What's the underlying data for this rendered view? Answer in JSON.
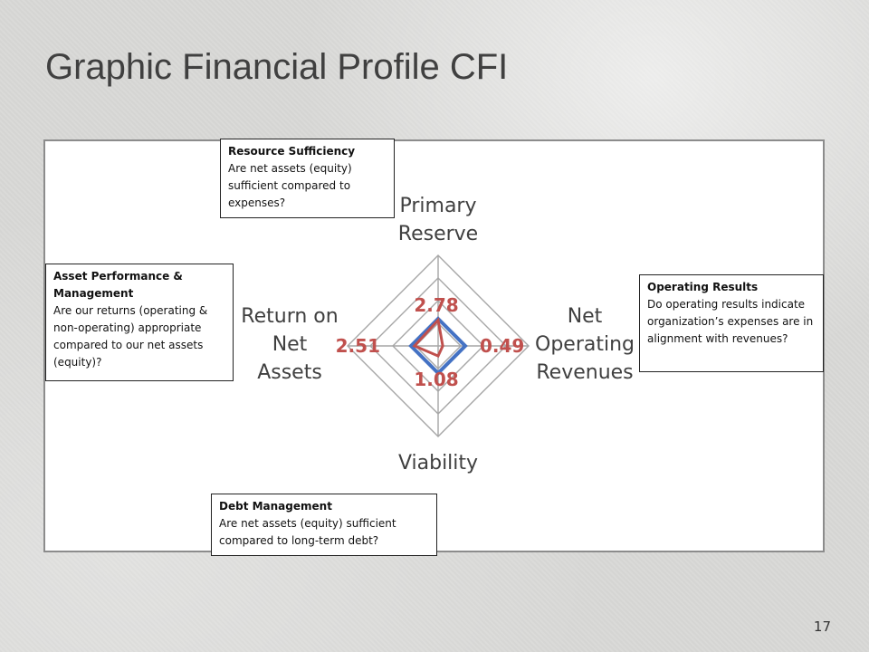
{
  "slide": {
    "title": "Graphic Financial Profile CFI",
    "page_number": "17"
  },
  "chart_data": {
    "type": "radar",
    "axes": [
      "Primary Reserve",
      "Net Operating Revenues",
      "Viability",
      "Return on Net Assets"
    ],
    "axis_labels": {
      "top": [
        "Primary",
        "Reserve"
      ],
      "right": [
        "Net",
        "Operating",
        "Revenues"
      ],
      "bottom": [
        "Viability"
      ],
      "left": [
        "Return on",
        "Net",
        "Assets"
      ]
    },
    "data_labels": {
      "top": "2.78",
      "right": "0.49",
      "bottom": "1.08",
      "left": "2.51"
    },
    "rings": 4,
    "series": [
      {
        "color": "#4472c4",
        "values": [
          1.0,
          1.0,
          1.0,
          1.0
        ]
      },
      {
        "color": "#c0504d",
        "values": [
          0.95,
          0.17,
          0.37,
          0.87
        ]
      }
    ],
    "colors": {
      "grid": "#a6a6a6",
      "label": "#404040",
      "value": "#c0504d"
    }
  },
  "callouts": {
    "resource": {
      "title": "Resource Sufficiency",
      "body": "Are net assets (equity) sufficient compared to expenses?"
    },
    "asset": {
      "title": "Asset Performance & Management",
      "body": "Are our returns (operating & non-operating) appropriate compared to our net assets (equity)?"
    },
    "operating": {
      "title": "Operating Results",
      "body": "Do operating results indicate organization’s expenses are in alignment with revenues?"
    },
    "debt": {
      "title": "Debt Management",
      "body": "Are net assets (equity) sufficient compared to long-term debt?"
    }
  }
}
